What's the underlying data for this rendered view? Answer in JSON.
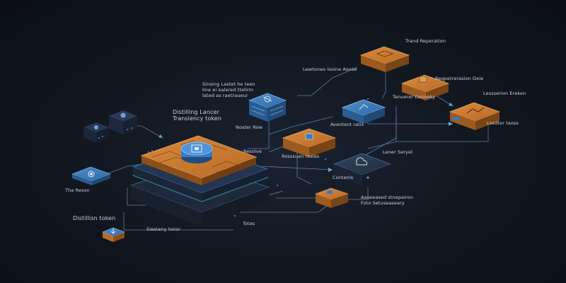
{
  "colors": {
    "background": "#10151d",
    "orange": "#c9782f",
    "orange_dark": "#8c4f1a",
    "blue": "#3f7fbf",
    "navy": "#27344b",
    "line": "#6fa6cf"
  },
  "labels": {
    "center_title": "Distilling Lancer\nTransiency token",
    "stack_notes": "Sinsing Lastet he teen\nline ei ealered ttelirm\nlated as raetraueur",
    "stack_caption": "Noster Row",
    "resolve": "Resolve",
    "tone_api": "Lewtoneo Isoine Aoose",
    "top_right": "Trand Reperation",
    "second_right": "Reqpetrerasion Deie",
    "far_right": "Lessserion Ereken",
    "far_right_caption": "Lsedter taoss",
    "mid_caption": "Tenuerer Conneky",
    "avertent": "Aventent ratis",
    "center_server": "Rosssuen rosies",
    "lower_right": "Lener Seryel",
    "gear_caption": "Tha Reson",
    "controls": "Contenls",
    "assumed": "Aaseeased stnepairon\nFoto Setuseaseary",
    "distillation": "Distillisn token",
    "bottom_caption": "Siesteny tonsr",
    "bottom_small": "Totes"
  },
  "icons": {
    "center_core": "chip-icon",
    "stack_top": "network-icon",
    "tone": "cube-icon",
    "right_box": "chart-icon",
    "gear": "gear-icon",
    "lock": "lock-icon",
    "server": "cloud-icon",
    "download": "download-icon"
  }
}
